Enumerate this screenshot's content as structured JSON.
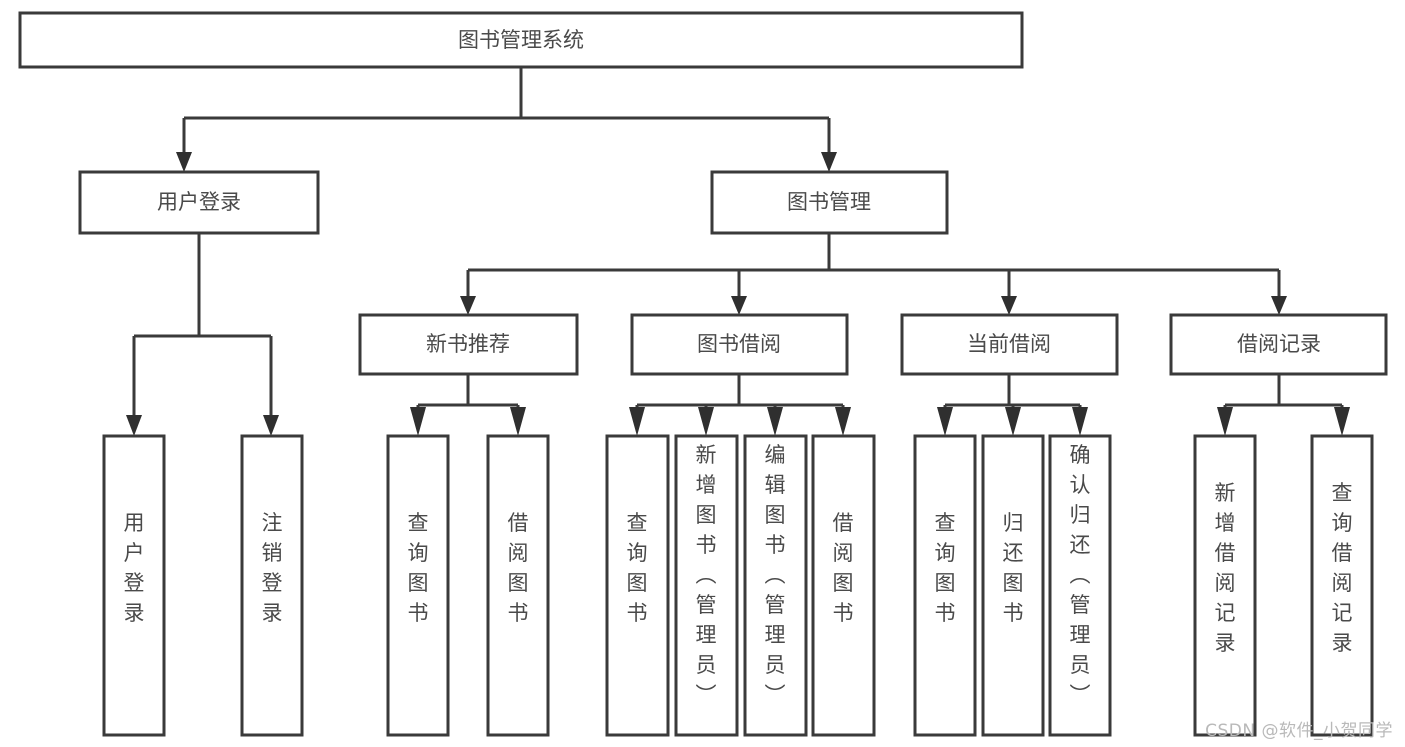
{
  "diagram": {
    "type": "tree",
    "title": "图书管理系统",
    "orientation": "top-down",
    "colors": {
      "box_stroke": "#3a3a3a",
      "box_fill": "#ffffff",
      "connector": "#3a3a3a",
      "label_text": "#4a4a4a",
      "background": "#ffffff",
      "watermark": "#b9b9b9"
    },
    "root": {
      "label": "图书管理系统"
    },
    "level2": [
      {
        "label": "用户登录"
      },
      {
        "label": "图书管理"
      }
    ],
    "level3": [
      {
        "label": "新书推荐"
      },
      {
        "label": "图书借阅"
      },
      {
        "label": "当前借阅"
      },
      {
        "label": "借阅记录"
      }
    ],
    "leaves": {
      "user_login": [
        {
          "label": "用户登录"
        },
        {
          "label": "注销登录"
        }
      ],
      "new_book_recommend": [
        {
          "label": "查询图书"
        },
        {
          "label": "借阅图书"
        }
      ],
      "book_borrow": [
        {
          "label": "查询图书"
        },
        {
          "label": "新增图书（管理员）"
        },
        {
          "label": "编辑图书（管理员）"
        },
        {
          "label": "借阅图书"
        }
      ],
      "current_borrow": [
        {
          "label": "查询图书"
        },
        {
          "label": "归还图书"
        },
        {
          "label": "确认归还（管理员）"
        }
      ],
      "borrow_record": [
        {
          "label": "新增借阅记录"
        },
        {
          "label": "查询借阅记录"
        }
      ]
    }
  },
  "watermark": {
    "text": "CSDN @软件_小贺同学"
  }
}
